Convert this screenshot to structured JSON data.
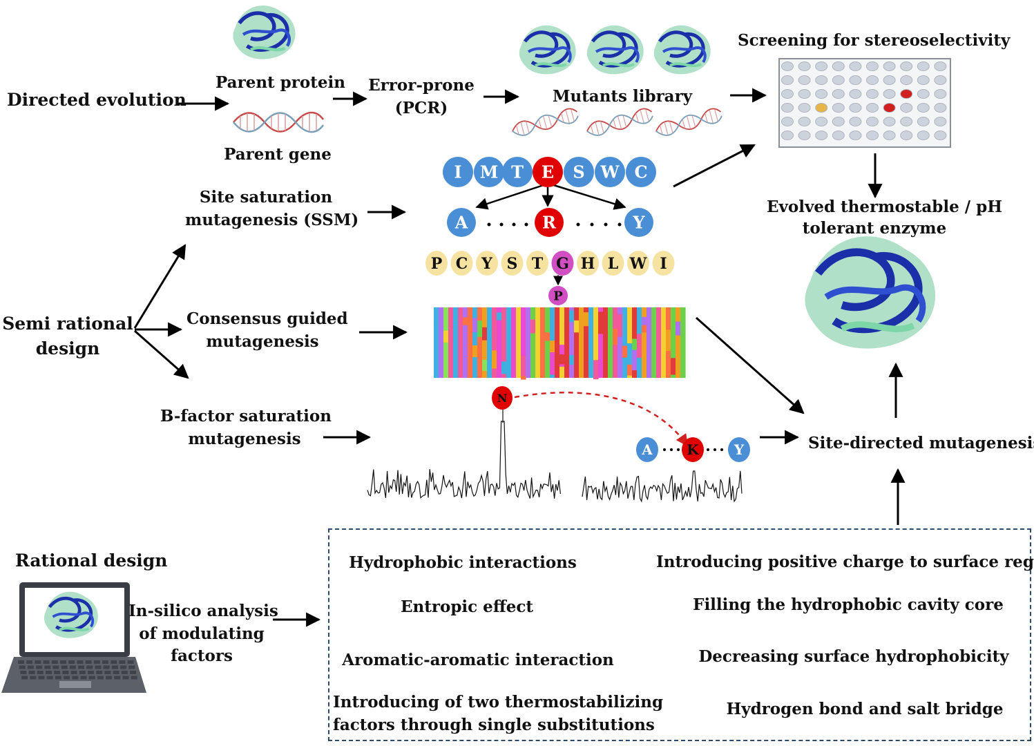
{
  "colors": {
    "arrow": "#000000",
    "blue_circle": "#4a8fd6",
    "red_circle": "#e00000",
    "yellow_circle": "#f7e3a1",
    "pink_circle": "#d14fc3",
    "plate_well": "#cdd3dc",
    "hit_red": "#d02020",
    "hit_orange": "#e6b64a",
    "dashed_border": "#2c4a6b",
    "protein_blue": "#1b2fa8",
    "protein_green": "#6fc89a"
  },
  "directed": {
    "label": "Directed evolution",
    "parent_protein": "Parent protein",
    "parent_gene": "Parent gene",
    "error_prone_1": "Error-prone",
    "error_prone_2": "(PCR)",
    "mutants_library": "Mutants library",
    "screening": "Screening for stereoselectivity",
    "evolved_1": "Evolved thermostable / pH",
    "evolved_2": "tolerant enzyme"
  },
  "semi": {
    "label_1": "Semi rational",
    "label_2": "design",
    "ssm_1": "Site saturation",
    "ssm_2": "mutagenesis (SSM)",
    "consensus_1": "Consensus guided",
    "consensus_2": "mutagenesis",
    "bfactor_1": "B-factor saturation",
    "bfactor_2": "mutagenesis",
    "site_directed": "Site-directed mutagenesis"
  },
  "residues": {
    "row1": [
      "I",
      "M",
      "T",
      "E",
      "S",
      "W",
      "C"
    ],
    "row2": [
      "A",
      "R",
      "Y"
    ],
    "row3": [
      "P",
      "C",
      "Y",
      "S",
      "T",
      "G",
      "H",
      "L",
      "W",
      "I"
    ],
    "pink_sub": "P",
    "bfactor_peak": "N",
    "row4": [
      "A",
      "K",
      "Y"
    ]
  },
  "rational": {
    "label": "Rational design",
    "insilico_1": "In-silico analysis",
    "insilico_2": "of  modulating",
    "insilico_3": "factors",
    "factors_left": [
      "Hydrophobic interactions",
      "Entropic effect",
      "Aromatic-aromatic interaction",
      "Introducing of two thermostabilizing",
      "factors through single substitutions"
    ],
    "factors_right": [
      "Introducing positive charge to surface region",
      "Filling the hydrophobic cavity core",
      "Decreasing surface hydrophobicity",
      "Hydrogen bond and salt bridge"
    ]
  }
}
